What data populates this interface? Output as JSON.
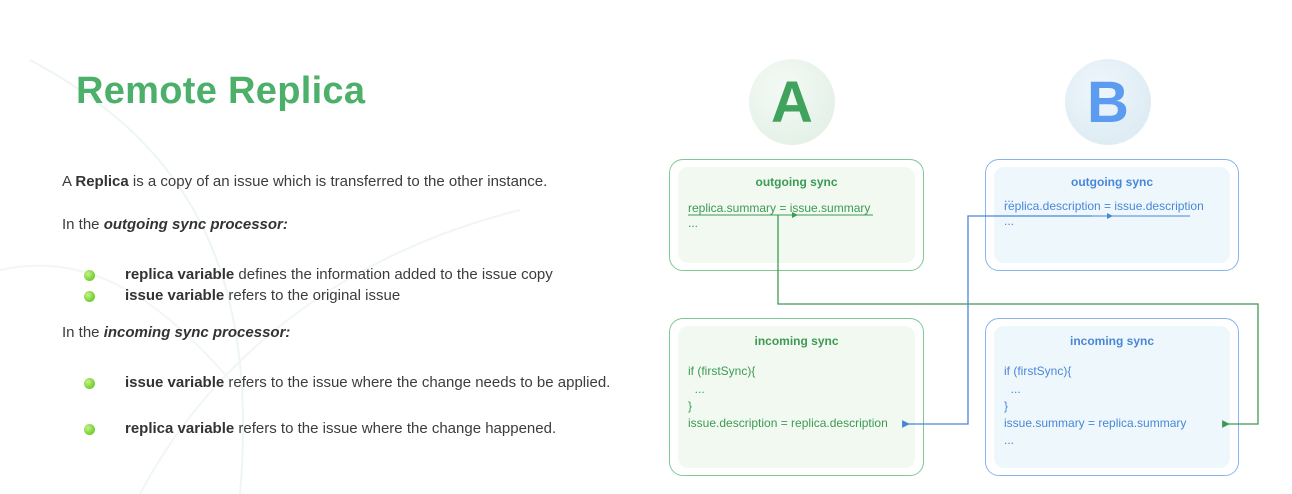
{
  "title": "Remote Replica",
  "intro": {
    "pre": "A ",
    "bold": "Replica",
    "post": " is a copy of an issue which is transferred to the other instance."
  },
  "outgoing_heading": {
    "pre": "In the ",
    "em": "outgoing sync processor:"
  },
  "outgoing_bullets": [
    {
      "bold": "replica variable",
      "text": " defines the information added to the issue copy"
    },
    {
      "bold": "issue variable",
      "text": " refers to the original issue"
    }
  ],
  "incoming_heading": {
    "pre": "In the ",
    "em": "incoming sync processor:"
  },
  "incoming_bullets": [
    {
      "bold": "issue variable",
      "text": " refers to the issue where the change needs to be applied."
    },
    {
      "bold": "replica variable",
      "text": " refers to the issue where the change happened."
    }
  ],
  "instance_a": {
    "letter": "A",
    "outgoing": {
      "title": "outgoing sync",
      "lines": [
        "replica.summary = issue.summary",
        "..."
      ]
    },
    "incoming": {
      "title": "incoming sync",
      "lines": [
        "if (firstSync){",
        "  ...",
        "}",
        "issue.description = replica.description"
      ]
    }
  },
  "instance_b": {
    "letter": "B",
    "outgoing": {
      "title": "outgoing sync",
      "lines": [
        "...",
        "replica.description = issue.description",
        "..."
      ]
    },
    "incoming": {
      "title": "incoming sync",
      "lines": [
        "if (firstSync){",
        "  ...",
        "}",
        "issue.summary = replica.summary",
        "..."
      ]
    }
  },
  "colors": {
    "green": "#4caf6a",
    "blue": "#5b9bf0",
    "bullet": "#7bd33a"
  }
}
